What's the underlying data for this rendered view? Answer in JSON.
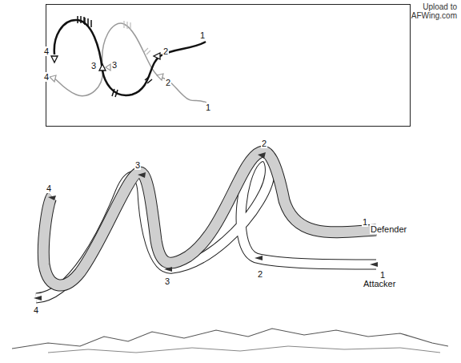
{
  "diagram": {
    "labels": [
      "Upload to AFWing.com",
      "1",
      "4",
      "3",
      "3",
      "2",
      "4",
      "2",
      "1",
      "2",
      "3",
      "4",
      "1",
      "Defender",
      "2",
      "3",
      "1",
      "Attacker",
      "4"
    ]
  }
}
